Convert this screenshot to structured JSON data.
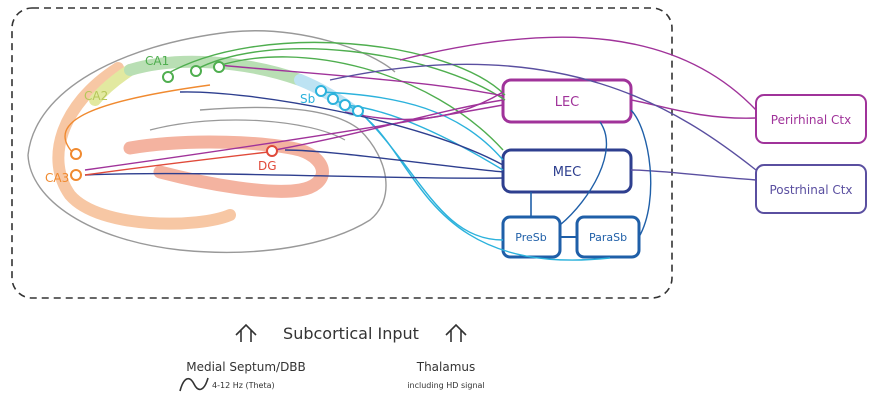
{
  "regions": {
    "ca1": "CA1",
    "ca2": "CA2",
    "ca3": "CA3",
    "dg": "DG",
    "sb": "Sb"
  },
  "boxes": {
    "lec": "LEC",
    "mec": "MEC",
    "presb": "PreSb",
    "parasb": "ParaSb",
    "perirhinal": "Perirhinal Ctx",
    "postrhinal": "Postrhinal Ctx"
  },
  "subcortical": {
    "title": "Subcortical Input",
    "septum_label": "Medial Septum/DBB",
    "septum_freq": "4-12 Hz (Theta)",
    "thalamus_label": "Thalamus",
    "thalamus_sub": "including HD signal"
  },
  "colors": {
    "ca1": "#5cb85c",
    "ca2": "#c8d86a",
    "ca3": "#f0a050",
    "dg": "#e04a3a",
    "sb": "#29b6e0",
    "lec": "#a0339a",
    "mec": "#2e3f8f",
    "presb_parasb": "#1f5fa8",
    "post": "#5a4fa0"
  }
}
